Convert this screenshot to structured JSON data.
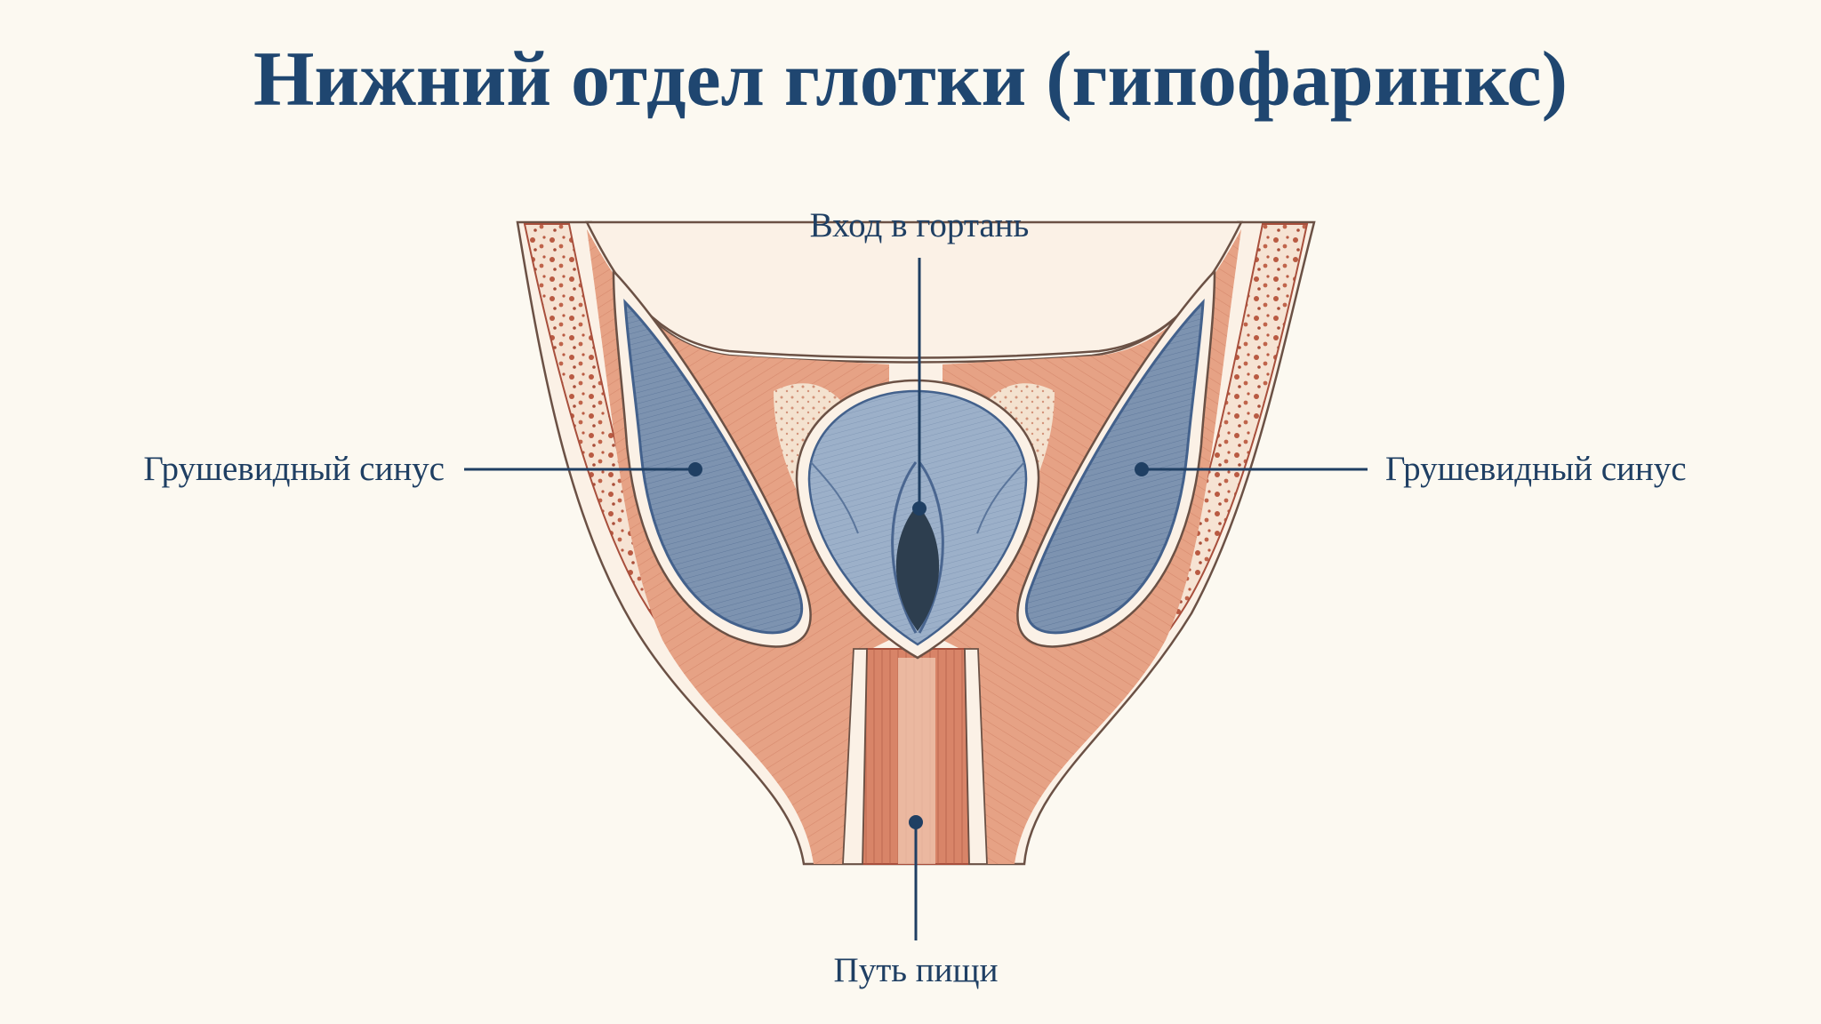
{
  "diagram": {
    "title": "Нижний отдел глотки (гипофаринкс)",
    "labels": {
      "larynx_entrance": "Вход в гортань",
      "left_sinus": "Грушевидный синус",
      "right_sinus": "Грушевидный синус",
      "food_path": "Путь пищи"
    }
  },
  "colors": {
    "background": "#fcf9f1",
    "title": "#1f4670",
    "label": "#1f3f63",
    "muscle": "#e6a285",
    "muscle_dark": "#c86e52",
    "mucosa": "#fbf1e6",
    "sinus": "#7d93b0",
    "sinus_dark": "#43618c",
    "larynx": "#9cb0c9",
    "glottis": "#2d3e4f",
    "leader": "#1f3f63"
  }
}
